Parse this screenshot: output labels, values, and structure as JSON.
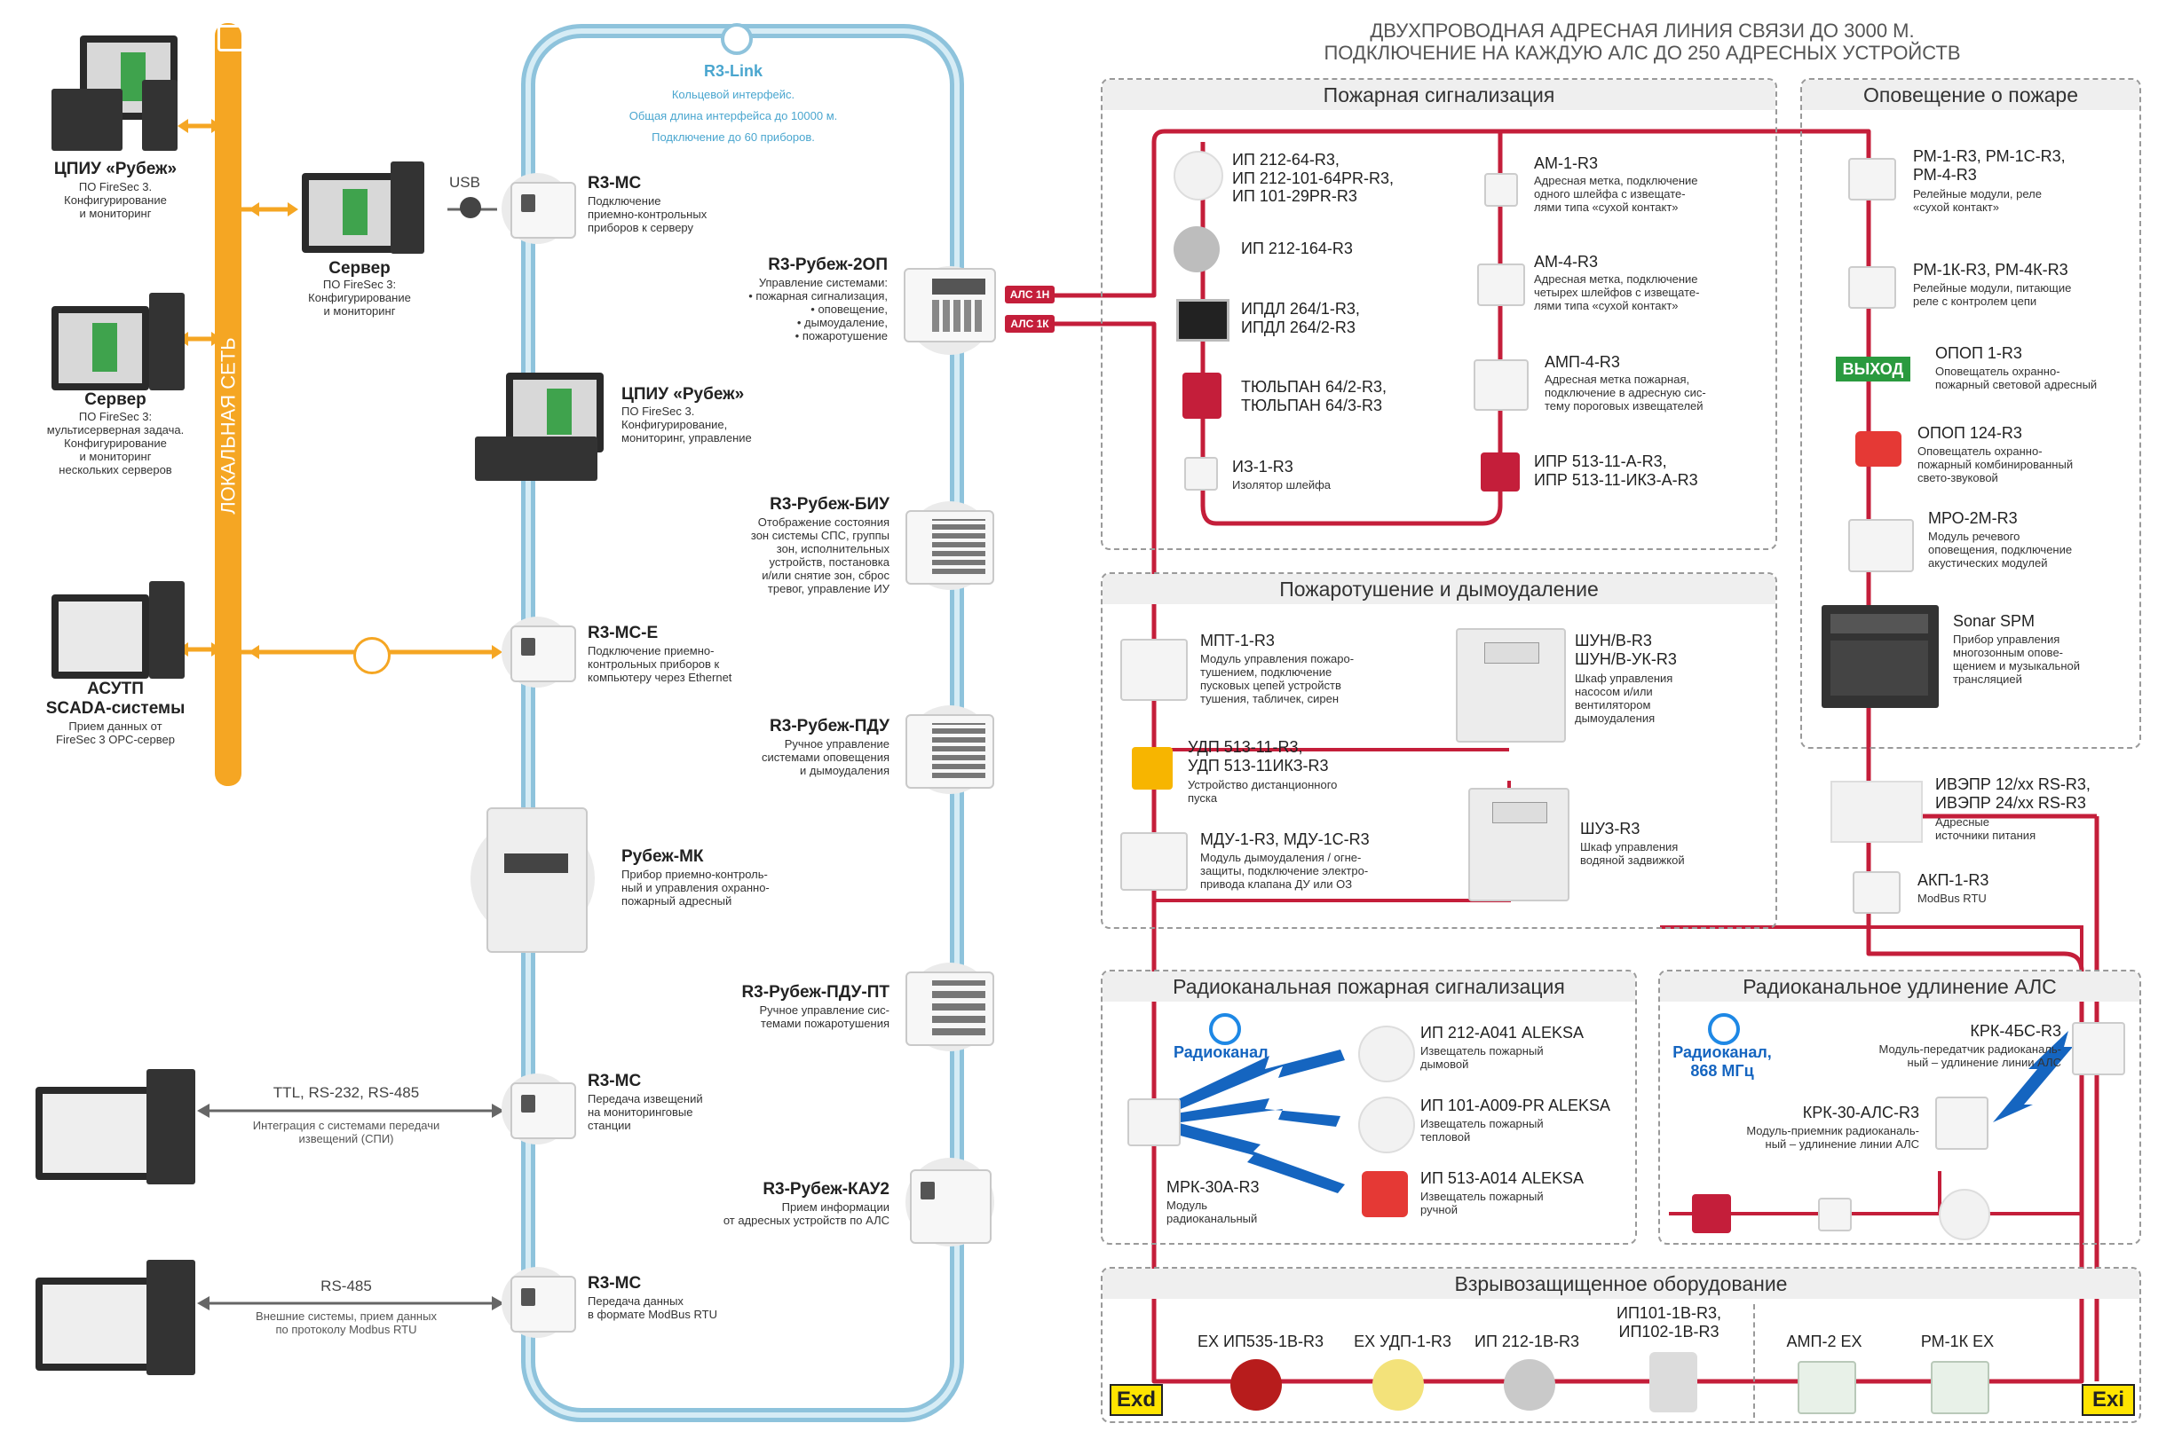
{
  "colors": {
    "line_red": "#c41e3a",
    "ring_blue": "#8ec3dc",
    "lan_orange": "#f5a623",
    "radio_blue": "#1565c0",
    "panel_gray": "#efefef"
  },
  "header": {
    "line1": "ДВУХПРОВОДНАЯ АДРЕСНАЯ ЛИНИЯ СВЯЗИ ДО 3000 М.",
    "line2": "ПОДКЛЮЧЕНИЕ НА КАЖДУЮ АЛС ДО 250 АДРЕСНЫХ УСТРОЙСТВ"
  },
  "lan": {
    "label": "ЛОКАЛЬНАЯ СЕТЬ"
  },
  "ring": {
    "title": "R3-Link",
    "desc1": "Кольцевой интерфейс.",
    "desc2": "Общая длина интерфейса до 10000 м.",
    "desc3": "Подключение до 60 приборов."
  },
  "left": {
    "cpiu_top": {
      "title": "ЦПИУ «Рубеж»",
      "desc": "ПО FireSec 3.\nКонфигурирование\nи мониторинг"
    },
    "server_multi": {
      "title": "Сервер",
      "desc": "ПО FireSec 3:\nмультисерверная задача.\nКонфигурирование\nи мониторинг\nнескольких серверов"
    },
    "scada": {
      "title": "АСУТП\nSCADA-системы",
      "desc": "Прием данных от\nFireSec 3 OPC-сервер"
    },
    "spi": {
      "label": "TTL, RS-232, RS-485",
      "desc": "Интеграция с системами передачи\nизвещений (СПИ)"
    },
    "modbus": {
      "label": "RS-485",
      "desc": "Внешние системы, прием данных\nпо протоколу Modbus RTU"
    }
  },
  "middle": {
    "usb": "USB",
    "server": {
      "title": "Сервер",
      "desc": "ПО FireSec 3:\nКонфигурирование\nи мониторинг"
    },
    "cpiu": {
      "title": "ЦПИУ «Рубеж»",
      "desc": "ПО FireSec 3.\nКонфигурирование,\nмониторинг, управление"
    },
    "mk": {
      "title": "Рубеж-МК",
      "desc": "Прибор приемно-контроль-\nный и управления охранно-\nпожарный адресный"
    }
  },
  "ring_devices": {
    "r3mc1": {
      "title": "R3-МС",
      "desc": "Подключение\nприемно-контрольных\nприборов к серверу"
    },
    "rubezh2op": {
      "title": "R3-Рубеж-2ОП",
      "desc": "Управление системами:\n• пожарная сигнализация,\n• оповещение,\n• дымоудаление,\n• пожаротушение"
    },
    "biu": {
      "title": "R3-Рубеж-БИУ",
      "desc": "Отображение состояния\nзон системы СПС, группы\nзон, исполнительных\nустройств, постановка\nи/или снятие зон, сброс\nтревог, управление ИУ"
    },
    "r3mce": {
      "title": "R3-МС-Е",
      "desc": "Подключение приемно-\nконтрольных приборов к\nкомпьютеру через Ethernet"
    },
    "pdu": {
      "title": "R3-Рубеж-ПДУ",
      "desc": "Ручное управление\nсистемами оповещения\nи дымоудаления"
    },
    "pdupt": {
      "title": "R3-Рубеж-ПДУ-ПТ",
      "desc": "Ручное управление сис-\nтемами пожаротушения"
    },
    "r3mc2": {
      "title": "R3-МС",
      "desc": "Передача извещений\nна мониторинговые\nстанции"
    },
    "kau2": {
      "title": "R3-Рубеж-КАУ2",
      "desc": "Прием информации\nот адресных устройств по АЛС"
    },
    "r3mc3": {
      "title": "R3-МС",
      "desc": "Передача данных\nв формате ModBus RTU"
    }
  },
  "als_tags": [
    "АЛС 1Н",
    "АЛС 1К"
  ],
  "fire_alarm": {
    "title": "Пожарная сигнализация",
    "ip212": {
      "title": "ИП 212-64-R3,\nИП 212-101-64PR-R3,\nИП 101-29PR-R3"
    },
    "ip212_164": {
      "title": "ИП 212-164-R3"
    },
    "ipdl": {
      "title": "ИПДЛ 264/1-R3,\nИПДЛ 264/2-R3"
    },
    "tulpan": {
      "title": "ТЮЛЬПАН 64/2-R3,\nТЮЛЬПАН 64/3-R3"
    },
    "iz1": {
      "title": "ИЗ-1-R3",
      "desc": "Изолятор шлейфа"
    },
    "am1": {
      "title": "АМ-1-R3",
      "desc": "Адресная метка, подключение\nодного шлейфа с извещате-\nлями типа «сухой контакт»"
    },
    "am4": {
      "title": "АМ-4-R3",
      "desc": "Адресная метка, подключение\nчетырех шлейфов с извещате-\nлями типа «сухой контакт»"
    },
    "amp4": {
      "title": "АМП-4-R3",
      "desc": "Адресная метка пожарная,\nподключение в адресную сис-\nтему пороговых извещателей"
    },
    "ipr": {
      "title": "ИПР 513-11-А-R3,\nИПР 513-11-ИКЗ-А-R3"
    }
  },
  "notify": {
    "title": "Оповещение о пожаре",
    "rm1": {
      "title": "РМ-1-R3, РМ-1С-R3,\nРМ-4-R3",
      "desc": "Релейные модули, реле\n«сухой контакт»"
    },
    "rm1k": {
      "title": "РМ-1К-R3, РМ-4К-R3",
      "desc": "Релейные модули, питающие\nреле с контролем цепи"
    },
    "exit_sign": "ВЫХОД",
    "opop1": {
      "title": "ОПОП 1-R3",
      "desc": "Оповещатель охранно-\nпожарный световой адресный"
    },
    "opop124": {
      "title": "ОПОП 124-R3",
      "desc": "Оповещатель охранно-\nпожарный комбинированный\nсвето-звуковой"
    },
    "mro": {
      "title": "МРО-2М-R3",
      "desc": "Модуль речевого\nоповещения, подключение\nакустических модулей"
    },
    "sonar": {
      "title": "Sonar SPM",
      "desc": "Прибор управления\nмногозонным опове-\nщением и музыкальной\nтрансляцией"
    }
  },
  "extinguish": {
    "title": "Пожаротушение и дымоудаление",
    "mpt": {
      "title": "МПТ-1-R3",
      "desc": "Модуль управления пожаро-\nтушением, подключение\nпусковых цепей устройств\nтушения, табличек, сирен"
    },
    "udp": {
      "title": "УДП 513-11-R3,\nУДП 513-11ИКЗ-R3",
      "desc": "Устройство дистанционного\nпуска"
    },
    "mdu": {
      "title": "МДУ-1-R3, МДУ-1С-R3",
      "desc": "Модуль дымоудаления / огне-\nзащиты, подключение электро-\nпривода клапана ДУ или ОЗ"
    },
    "shun": {
      "title": "ШУН/В-R3\nШУН/В-УК-R3",
      "desc": "Шкаф управления\nнасосом и/или\nвентилятором\nдымоудаления"
    },
    "shuz": {
      "title": "ШУЗ-R3",
      "desc": "Шкаф управления\nводяной задвижкой"
    }
  },
  "power": {
    "ivepr": {
      "title": "ИВЭПР 12/хх RS-R3,\nИВЭПР 24/хх RS-R3",
      "desc": "Адресные\nисточники питания"
    },
    "akp": {
      "title": "АКП-1-R3",
      "desc": "ModBus RTU"
    }
  },
  "radio_alarm": {
    "title": "Радиоканальная пожарная сигнализация",
    "radiokanal": "Радиоканал",
    "mrk": {
      "title": "МРК-30А-R3",
      "desc": "Модуль\nрадиоканальный"
    },
    "aleksa1": {
      "title": "ИП 212-А041 ALEKSA",
      "desc": "Извещатель пожарный\nдымовой"
    },
    "aleksa2": {
      "title": "ИП 101-А009-PR ALEKSA",
      "desc": "Извещатель пожарный\nтепловой"
    },
    "aleksa3": {
      "title": "ИП 513-А014 ALEKSA",
      "desc": "Извещатель пожарный\nручной"
    }
  },
  "radio_ext": {
    "title": "Радиоканальное удлинение АЛС",
    "radiokanal": "Радиоканал,\n868 МГц",
    "krk4": {
      "title": "КРК-4БС-R3",
      "desc": "Модуль-передатчик радиоканаль-\nный – удлинение линии АЛС"
    },
    "krk30": {
      "title": "КРК-30-АЛС-R3",
      "desc": "Модуль-приемник радиоканаль-\nный – удлинение линии АЛС"
    }
  },
  "explosion": {
    "title": "Взрывозащищенное оборудование",
    "items": [
      "EX ИП535-1В-R3",
      "EX УДП-1-R3",
      "ИП 212-1В-R3",
      "ИП101-1В-R3,\nИП102-1В-R3",
      "АМП-2 EX",
      "РМ-1К EX"
    ],
    "exd": "Exd",
    "exi": "Exi"
  }
}
